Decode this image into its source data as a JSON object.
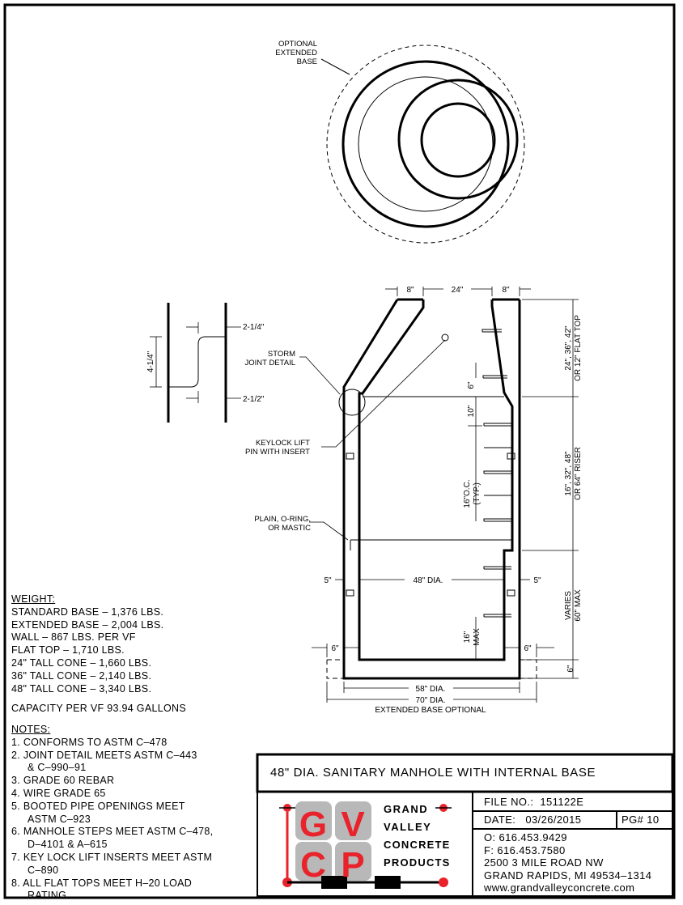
{
  "plan_view": {
    "label_lines": [
      "OPTIONAL",
      "EXTENDED",
      "BASE"
    ]
  },
  "joint_detail": {
    "dim_vertical": "4-1/4\"",
    "dim_top": "2-1/4\"",
    "dim_bottom": "2-1/2\""
  },
  "section": {
    "top_dims": [
      "8\"",
      "24\"",
      "8\""
    ],
    "storm_label": [
      "STORM",
      "JOINT DETAIL"
    ],
    "keylock_label": [
      "KEYLOCK LIFT",
      "PIN WITH INSERT"
    ],
    "plain_label": [
      "PLAIN, O-RING,",
      "OR MASTIC"
    ],
    "dim_6_top": "6\"",
    "dim_10": "10\"",
    "dim_16oc": [
      "16\"O.C.",
      "(TYP.)"
    ],
    "dim_16max": [
      "16\"",
      "MAX"
    ],
    "wall_left": "5\"",
    "wall_right": "5\"",
    "dia_48": "48\" DIA.",
    "base_left": "6\"",
    "base_right": "6\"",
    "base_height": "6\"",
    "dia_58": "58\" DIA.",
    "dia_70": "70\" DIA.",
    "extended_optional": "EXTENDED BASE OPTIONAL",
    "cone_heights": [
      "24\", 36\", 42\"",
      "OR 12\" FLAT TOP"
    ],
    "riser_heights": [
      "16\", 32\", 48\"",
      "OR 64\" RISER"
    ],
    "base_varies": [
      "VARIES",
      "60\" MAX"
    ]
  },
  "weights": {
    "heading": "WEIGHT:",
    "items": [
      "STANDARD BASE – 1,376 LBS.",
      "EXTENDED BASE – 2,004 LBS.",
      "WALL – 867 LBS. PER VF",
      "FLAT TOP – 1,710 LBS.",
      "24\" TALL CONE – 1,660 LBS.",
      "36\" TALL CONE – 2,140 LBS.",
      "48\" TALL CONE – 3,340 LBS."
    ],
    "capacity": "CAPACITY PER VF 93.94 GALLONS"
  },
  "notes": {
    "heading": "NOTES:",
    "items": [
      {
        "num": "1.",
        "lines": [
          "CONFORMS TO ASTM C–478"
        ]
      },
      {
        "num": "2.",
        "lines": [
          "JOINT DETAIL MEETS ASTM C–443",
          "& C–990–91"
        ]
      },
      {
        "num": "3.",
        "lines": [
          "GRADE 60 REBAR"
        ]
      },
      {
        "num": "4.",
        "lines": [
          "WIRE GRADE 65"
        ]
      },
      {
        "num": "5.",
        "lines": [
          "BOOTED PIPE OPENINGS MEET",
          "ASTM C–923"
        ]
      },
      {
        "num": "6.",
        "lines": [
          "MANHOLE STEPS MEET ASTM C–478,",
          "D–4101 & A–615"
        ]
      },
      {
        "num": "7.",
        "lines": [
          "KEY LOCK LIFT INSERTS MEET ASTM",
          "C–890"
        ]
      },
      {
        "num": "8.",
        "lines": [
          "ALL FLAT TOPS MEET H–20 LOAD",
          "RATING."
        ]
      }
    ]
  },
  "title_block": {
    "title": "48\" DIA. SANITARY MANHOLE WITH INTERNAL BASE",
    "logo_letters": [
      "G",
      "V",
      "C",
      "P"
    ],
    "company_lines": [
      "GRAND",
      "VALLEY",
      "CONCRETE",
      "PRODUCTS"
    ],
    "file_label": "FILE NO.:",
    "file_no": "151122E",
    "date_label": "DATE:",
    "date": "03/26/2015",
    "page": "PG# 10",
    "contact": [
      "O: 616.453.9429",
      "F: 616.453.7580",
      "2500 3 MILE ROAD NW",
      "GRAND RAPIDS, MI 49534–1314",
      "www.grandvalleyconcrete.com"
    ]
  },
  "colors": {
    "logo_red": "#e8232b",
    "logo_gray": "#b8b8b8",
    "ink": "#000000"
  }
}
